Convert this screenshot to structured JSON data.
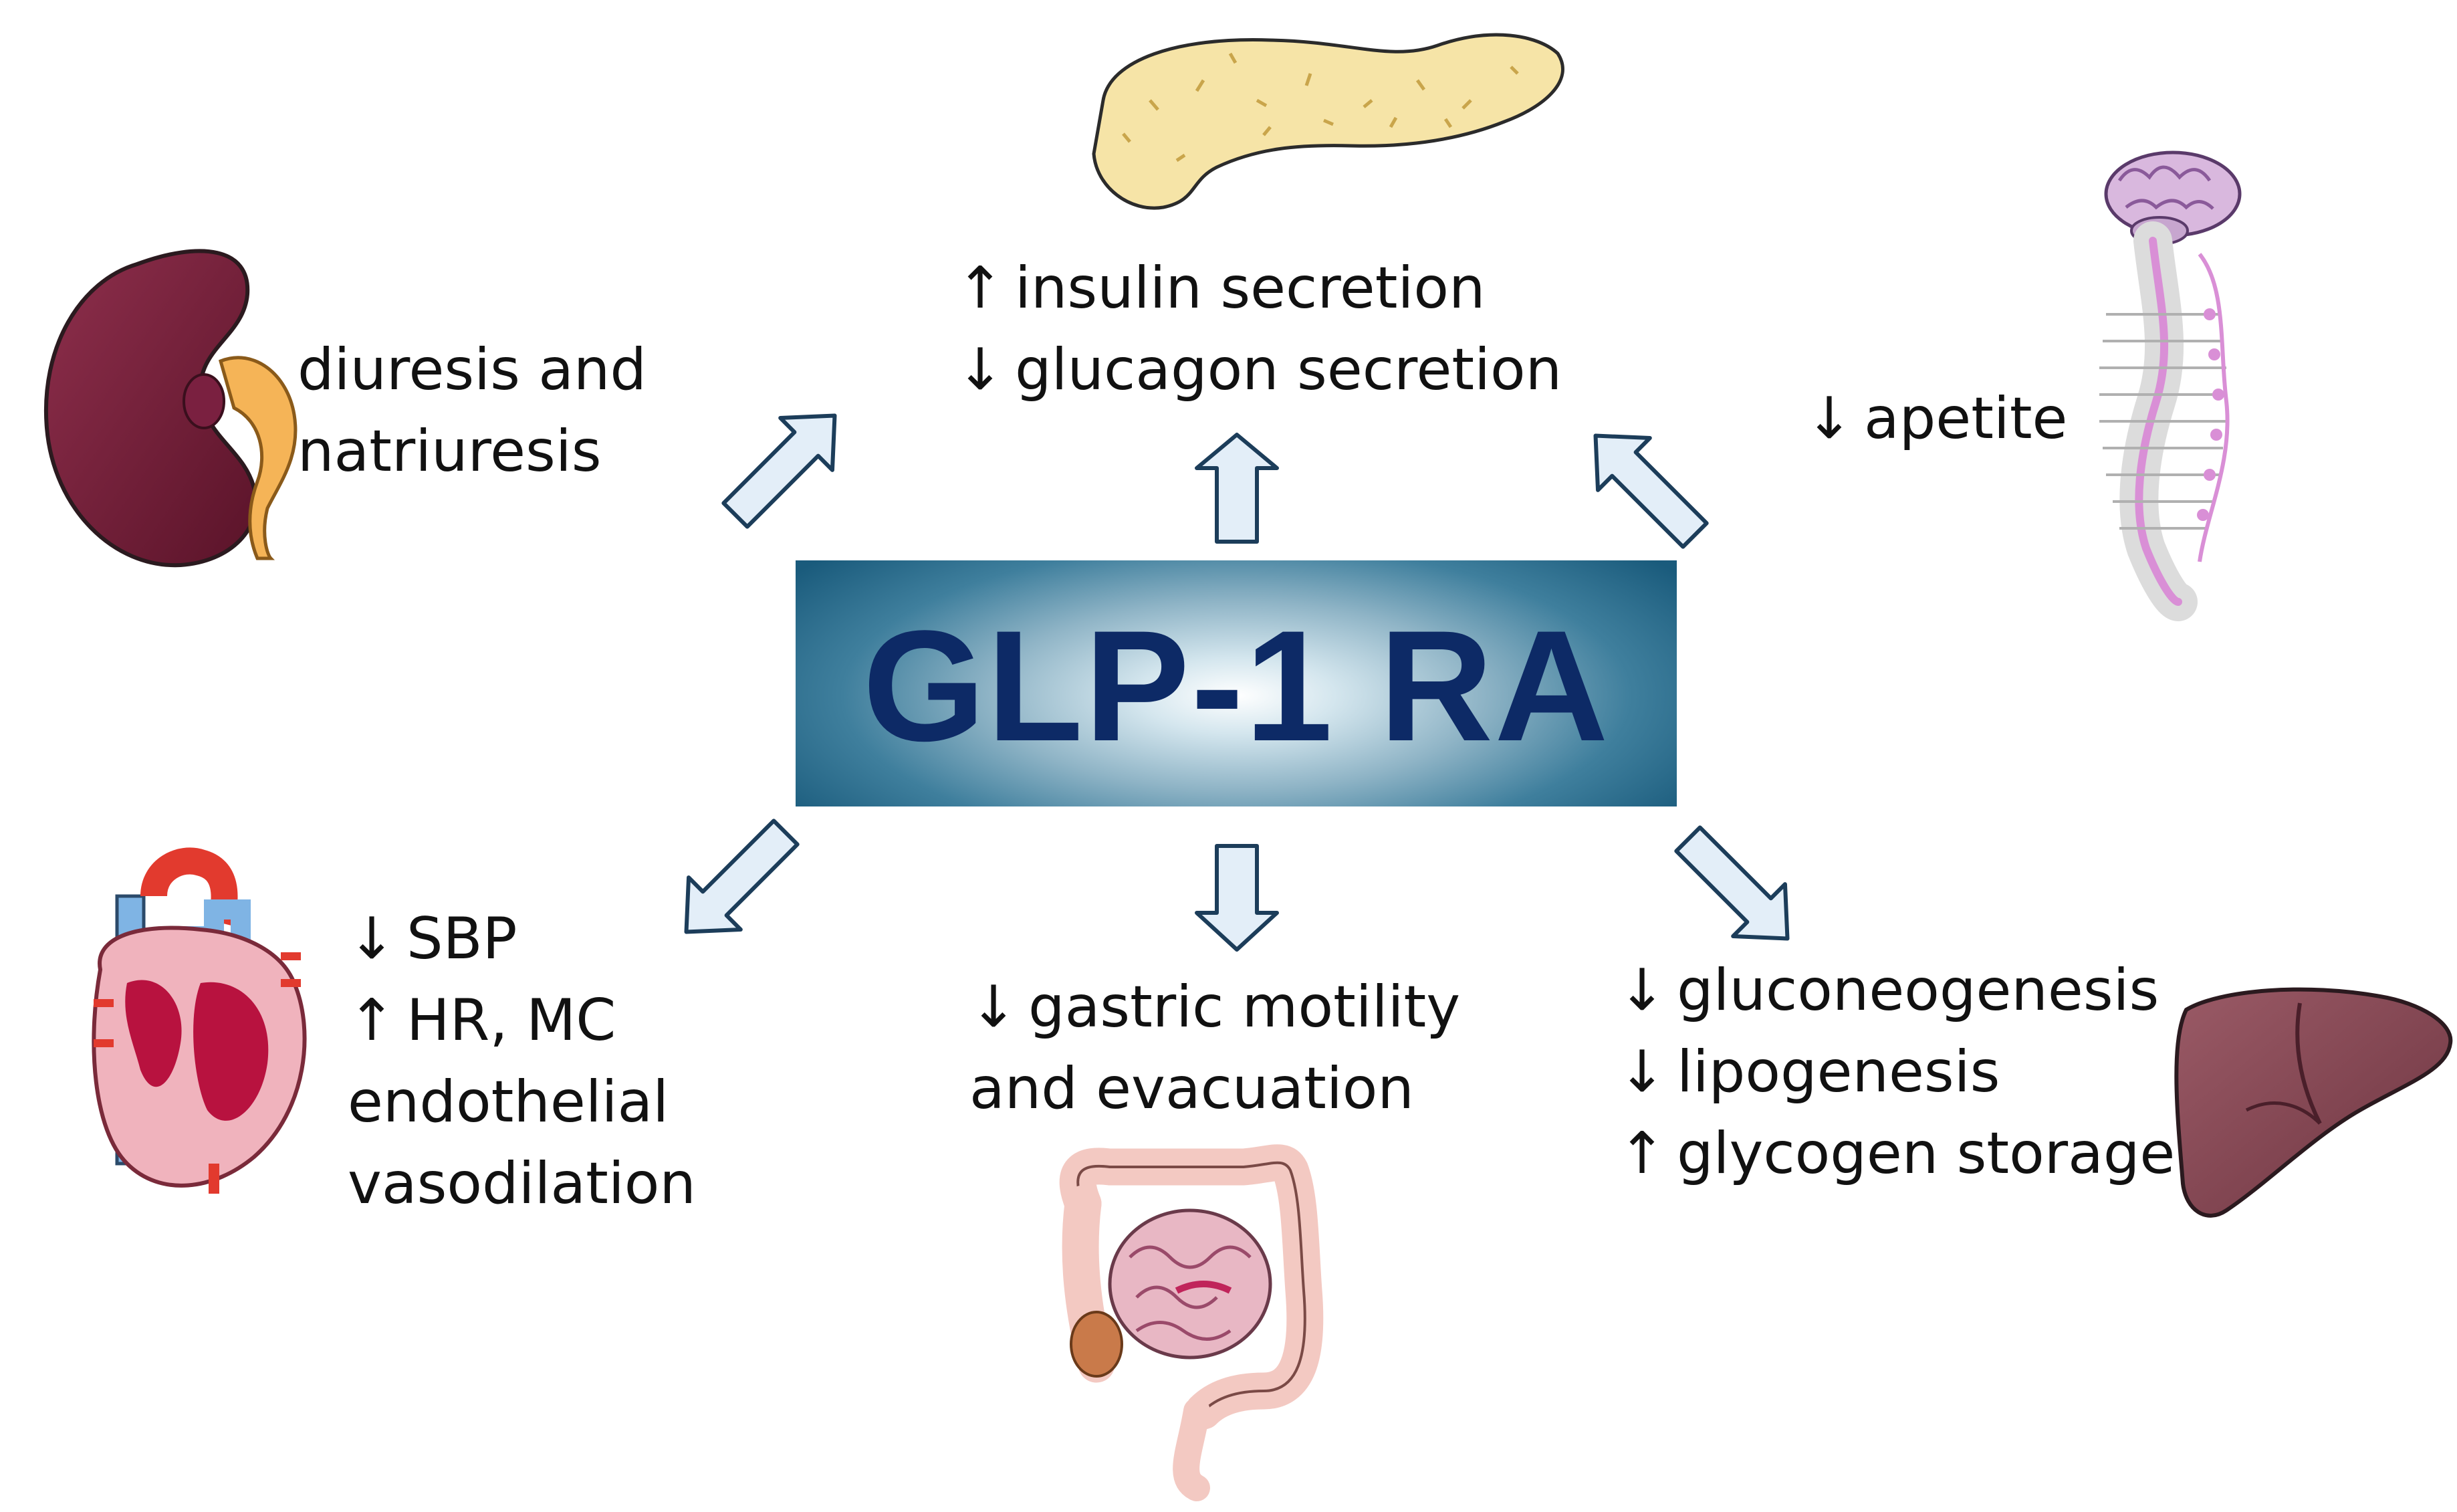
{
  "title": "GLP-1 RA",
  "colors": {
    "title": "#0d2a66",
    "box_edge": "#1a5b7c",
    "box_center": "#ffffff",
    "arrow_fill": "#e3eef8",
    "arrow_stroke": "#1c3d5a"
  },
  "effects": {
    "pancreas": {
      "organ_icon": "pancreas-icon",
      "lines": [
        {
          "symbol": "↑",
          "text": "insulin secretion"
        },
        {
          "symbol": "↓",
          "text": "glucagon secretion"
        }
      ]
    },
    "kidney": {
      "organ_icon": "kidney-icon",
      "lines": [
        {
          "text": "diuresis and"
        },
        {
          "text": "natriuresis"
        }
      ]
    },
    "brain": {
      "organ_icon": "brain-spinal-cord-icon",
      "lines": [
        {
          "symbol": "↓",
          "text": "apetite"
        }
      ]
    },
    "heart": {
      "organ_icon": "heart-icon",
      "lines": [
        {
          "symbol": "↓",
          "text": "SBP"
        },
        {
          "symbol": "↑",
          "text": "HR, MC"
        },
        {
          "text": "endothelial"
        },
        {
          "text": "vasodilation"
        }
      ]
    },
    "gut": {
      "organ_icon": "intestine-icon",
      "lines": [
        {
          "symbol": "↓",
          "text": "gastric motility"
        },
        {
          "text": "and evacuation"
        }
      ]
    },
    "liver": {
      "organ_icon": "liver-icon",
      "lines": [
        {
          "symbol": "↓",
          "text": "gluconeogenesis"
        },
        {
          "symbol": "↓",
          "text": "lipogenesis"
        },
        {
          "symbol": "↑",
          "text": "glycogen storage"
        }
      ]
    }
  }
}
